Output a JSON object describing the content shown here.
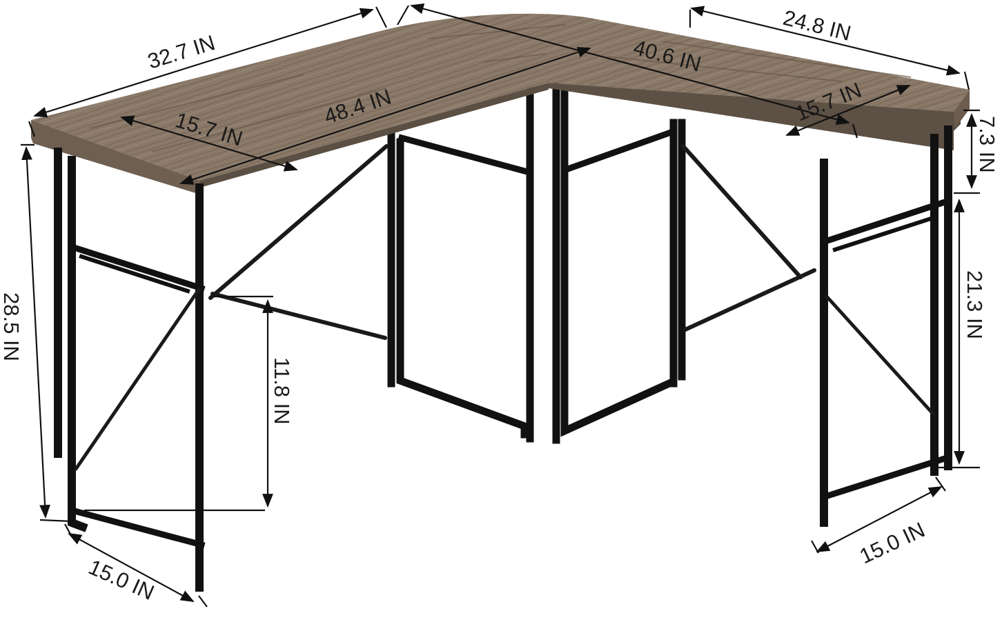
{
  "diagram": {
    "subject": "L-shaped desk dimension diagram",
    "colors": {
      "wood_top": "#8b7a69",
      "wood_dark": "#5f5246",
      "wood_edge": "#6f6052",
      "frame": "#111111",
      "dimension": "#111111"
    },
    "dimensions": {
      "left_top_length": "32.7 IN",
      "right_top_length": "24.8 IN",
      "diagonal_right": "40.6 IN",
      "diagonal_left": "48.4 IN",
      "left_depth": "15.7 IN",
      "right_depth": "15.7 IN",
      "top_to_crossbar": "7.3 IN",
      "total_height": "28.5 IN",
      "crossbar_height": "11.8 IN",
      "leg_height_right": "21.3 IN",
      "left_foot_depth": "15.0 IN",
      "right_foot_depth": "15.0 IN"
    }
  }
}
